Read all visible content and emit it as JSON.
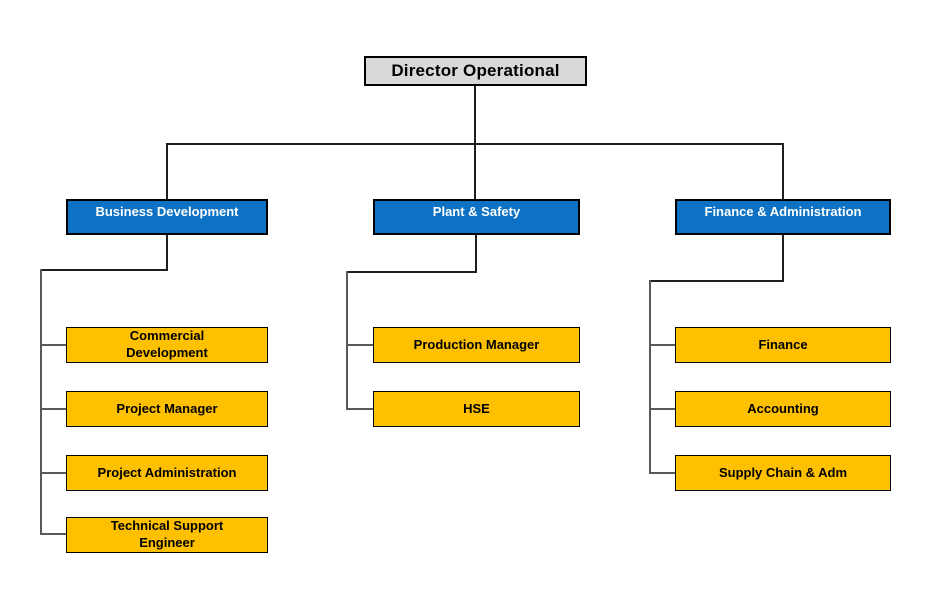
{
  "colors": {
    "root_fill": "#d9d9d9",
    "branch_fill": "#0e72c4",
    "leaf_fill": "#ffc000",
    "connector": "#1f1f1f",
    "connector_gray": "#595959"
  },
  "org": {
    "root": {
      "label": "Director Operational"
    },
    "branches": [
      {
        "label": "Business Development",
        "children": [
          {
            "label": "Commercial Development"
          },
          {
            "label": "Project Manager"
          },
          {
            "label": "Project Administration"
          },
          {
            "label": "Technical Support Engineer"
          }
        ]
      },
      {
        "label": "Plant & Safety",
        "children": [
          {
            "label": "Production Manager"
          },
          {
            "label": "HSE"
          }
        ]
      },
      {
        "label": "Finance & Administration",
        "children": [
          {
            "label": "Finance"
          },
          {
            "label": "Accounting"
          },
          {
            "label": "Supply Chain & Adm"
          }
        ]
      }
    ]
  }
}
